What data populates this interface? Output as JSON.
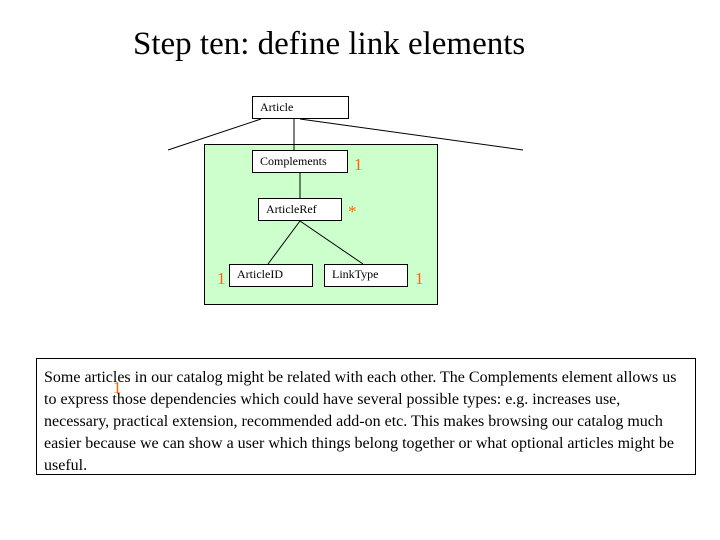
{
  "slide": {
    "title": "Step ten: define link elements"
  },
  "diagram": {
    "nodes": {
      "article": "Article",
      "complements": "Complements",
      "article_ref": "ArticleRef",
      "article_id": "ArticleID",
      "link_type": "LinkType"
    },
    "multiplicities": {
      "complements": "1",
      "article_ref": "*",
      "article_id": "1",
      "link_type": "1",
      "stray_overlay": "1"
    },
    "colors": {
      "region_fill": "#ccffcc",
      "multiplicity": "#ff6600"
    }
  },
  "description": {
    "text": "Some articles in our catalog might be related with each other. The Complements element allows us to express those dependencies which could have several possible types: e.g. increases use, necessary, practical extension, recommended add-on etc. This makes browsing our catalog much easier because we can show a user which things belong together or what optional articles might be useful."
  }
}
